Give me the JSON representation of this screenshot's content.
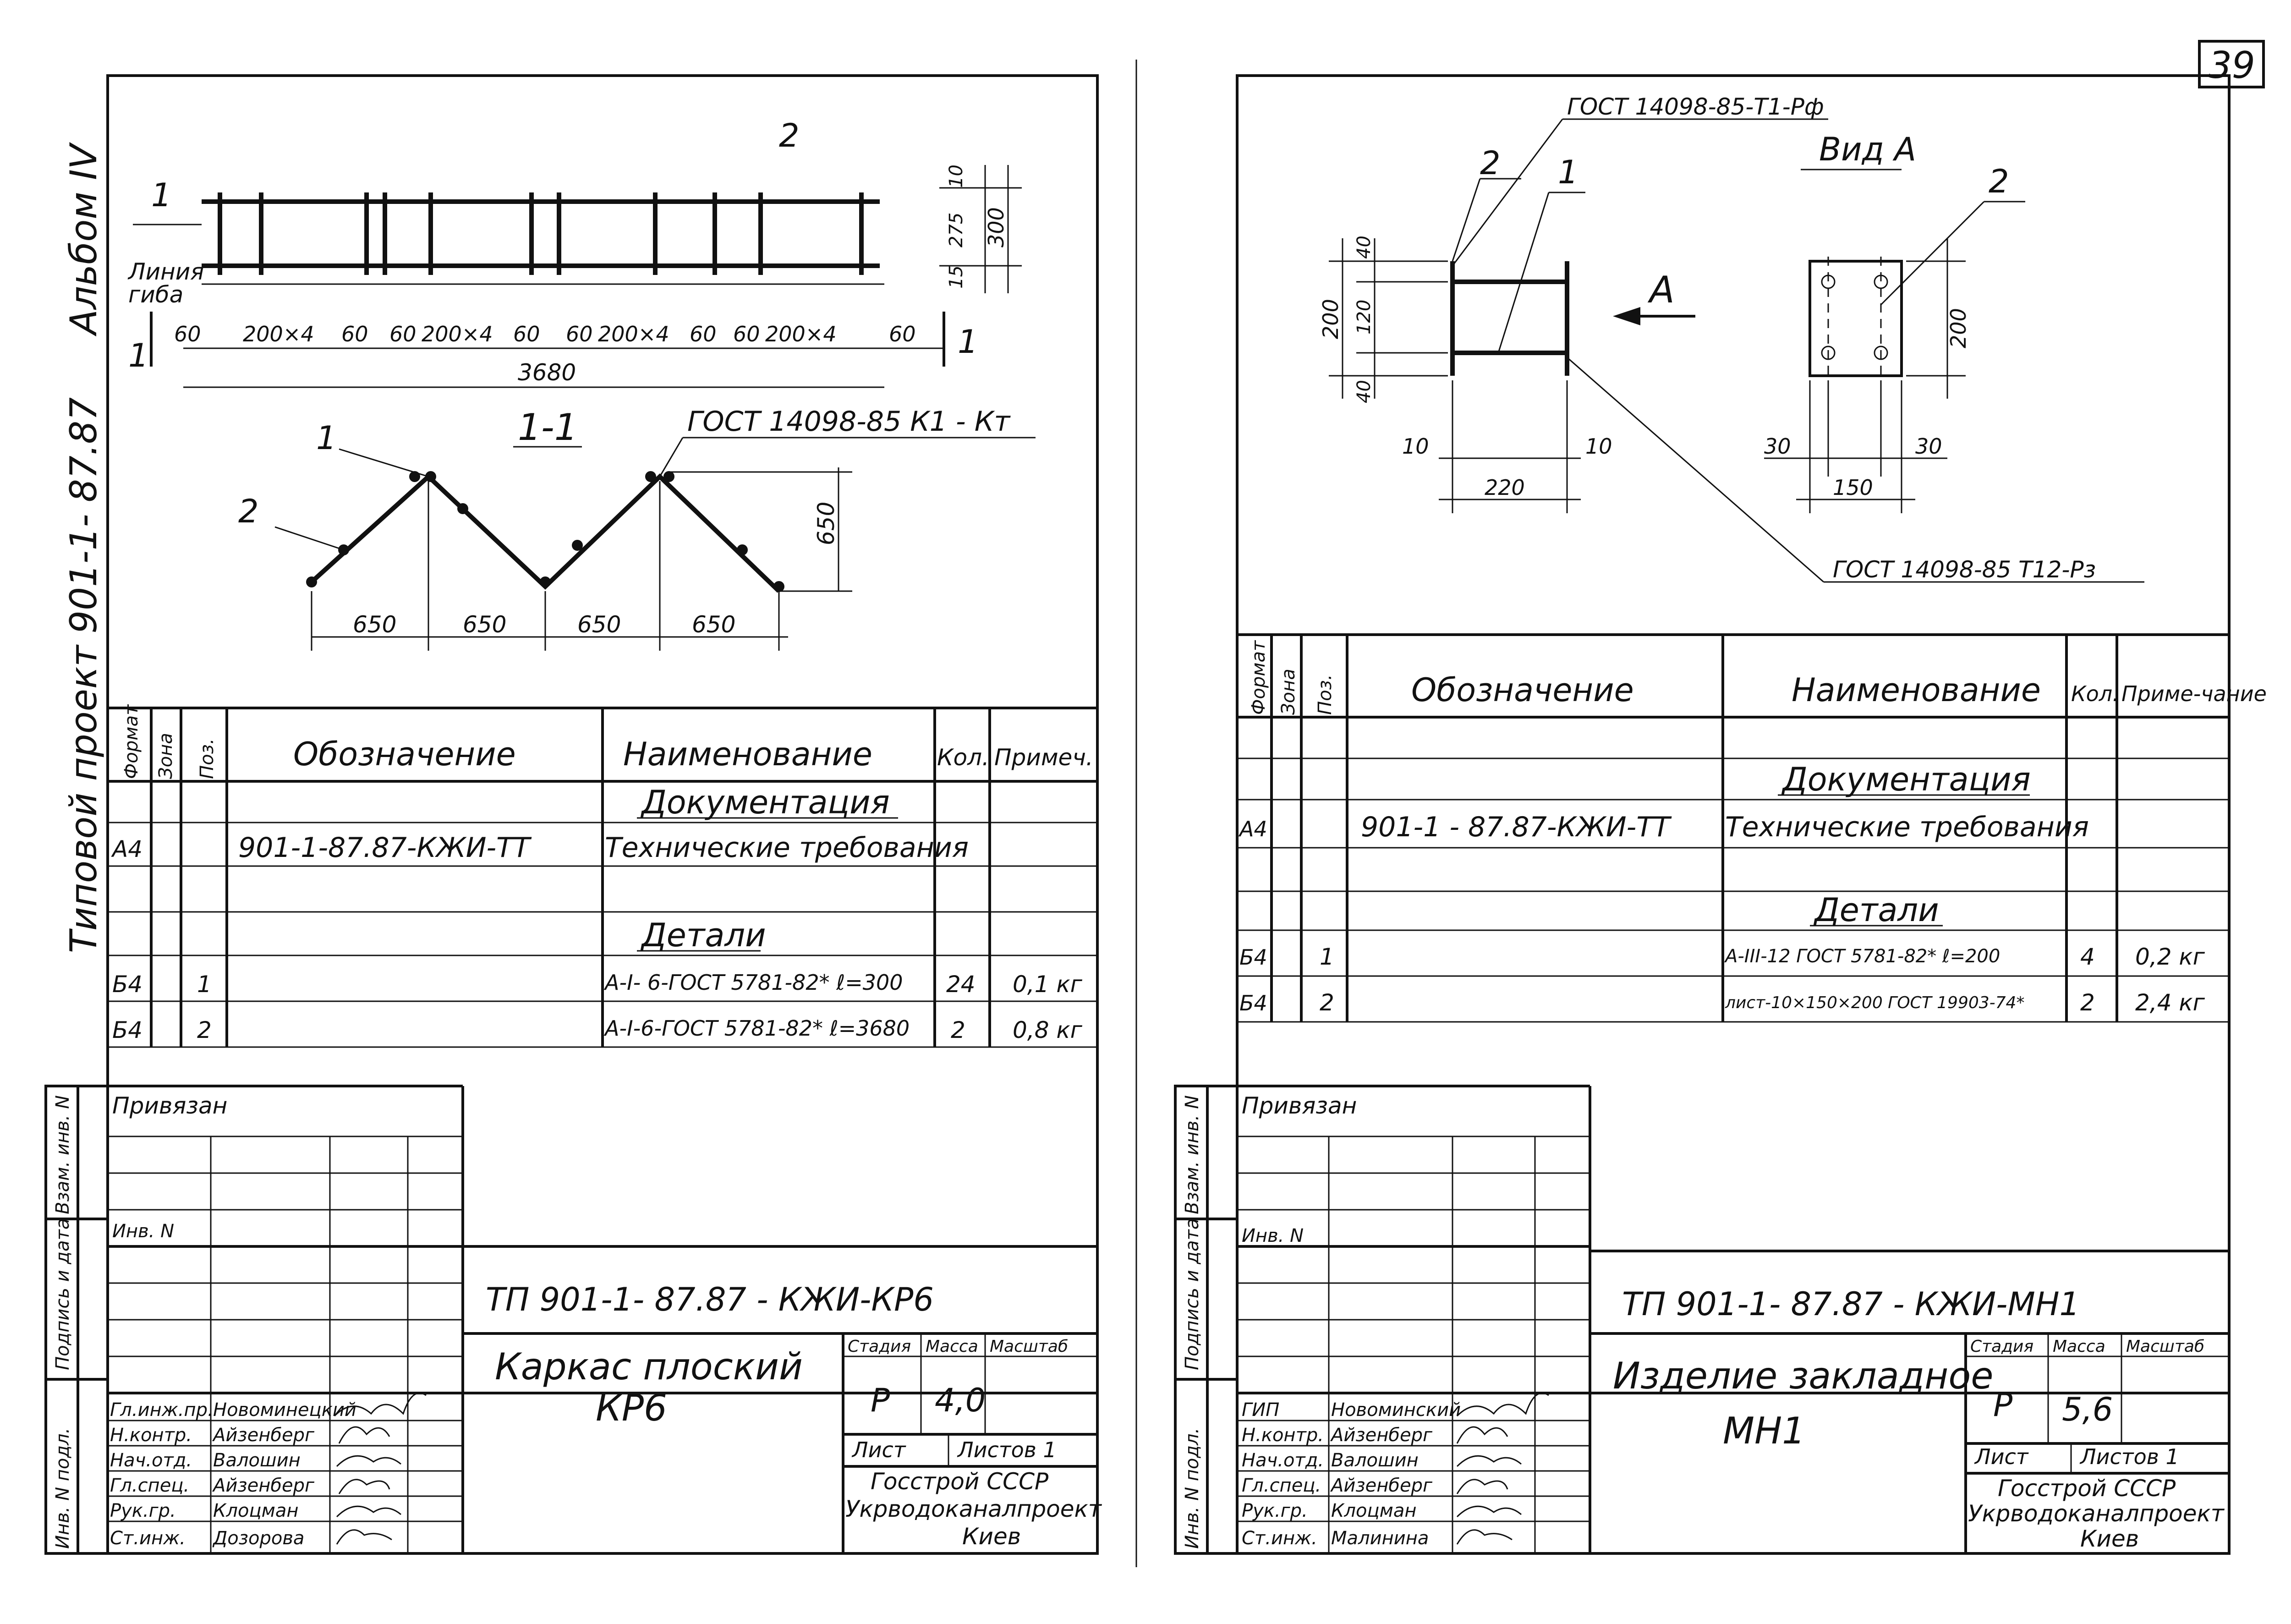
{
  "sheet_number": "39",
  "margin": {
    "album": "Альбом IV",
    "project": "Типовой проект 901-1- 87.87"
  },
  "side_stamp": [
    "Инв. N подл.",
    "Подпись и дата",
    "Взам. инв. N"
  ],
  "left": {
    "dims_top": {
      "seg60a": "60",
      "seg200a": "200×4",
      "seg60b": "60",
      "seg60c": "60",
      "seg200b": "200×4",
      "seg60d": "60",
      "seg60e": "60",
      "seg200c": "200×4",
      "seg60f": "60",
      "seg60g": "60",
      "seg200d": "200×4",
      "seg60h": "60",
      "total": "3680",
      "h10": "10",
      "h275": "275",
      "h15": "15",
      "h300": "300"
    },
    "labels": {
      "pos1": "1",
      "pos2": "2",
      "pos1b": "1",
      "pos2b": "2",
      "bend_line": "Линия",
      "bend_line2": "гиба",
      "sec1": "1",
      "sec1b": "1",
      "section": "1-1",
      "weld": "ГОСТ 14098-85  К1 - Кт"
    },
    "dims_bottom": {
      "a": "650",
      "b": "650",
      "c": "650",
      "d": "650",
      "h": "650"
    },
    "table": {
      "headers": [
        "Формат",
        "Зона",
        "Поз.",
        "Обозначение",
        "Наименование",
        "Кол.",
        "Примеч."
      ],
      "rows": [
        {
          "format": "",
          "zone": "",
          "pos": "",
          "designation": "",
          "name": "Документация",
          "qty": "",
          "note": ""
        },
        {
          "format": "А4",
          "zone": "",
          "pos": "",
          "designation": "901-1-87.87-КЖИ-ТТ",
          "name": "Технические требования",
          "qty": "",
          "note": ""
        },
        {
          "format": "",
          "zone": "",
          "pos": "",
          "designation": "",
          "name": "",
          "qty": "",
          "note": ""
        },
        {
          "format": "",
          "zone": "",
          "pos": "",
          "designation": "",
          "name": "Детали",
          "qty": "",
          "note": ""
        },
        {
          "format": "Б4",
          "zone": "",
          "pos": "1",
          "designation": "",
          "name": "А-I- 6-ГОСТ 5781-82* ℓ=300",
          "qty": "24",
          "note": "0,1 кг"
        },
        {
          "format": "Б4",
          "zone": "",
          "pos": "2",
          "designation": "",
          "name": "А-I-6-ГОСТ 5781-82* ℓ=3680",
          "qty": "2",
          "note": "0,8 кг"
        }
      ]
    },
    "stamp": {
      "bound": "Привязан",
      "inv": "Инв. N",
      "code": "ТП 901-1- 87.87     -  КЖИ-КР6",
      "title1": "Каркас плоский",
      "title2": "КР6",
      "stage_h": "Стадия",
      "mass_h": "Масса",
      "scale_h": "Масштаб",
      "stage": "Р",
      "mass": "4,0",
      "sheet_h": "Лист",
      "sheets_h": "Листов 1",
      "org1": "Госстрой СССР",
      "org2": "Укрводоканалпроект",
      "org3": "Киев",
      "people": [
        {
          "role": "Гл.инж.пр.",
          "name": "Новоминецкий"
        },
        {
          "role": "Н.контр.",
          "name": "Айзенберг"
        },
        {
          "role": "Нач.отд.",
          "name": "Валошин"
        },
        {
          "role": "Гл.спец.",
          "name": "Айзенберг"
        },
        {
          "role": "Рук.гр.",
          "name": "Клоцман"
        },
        {
          "role": "Ст.инж.",
          "name": "Дозорова"
        }
      ]
    }
  },
  "right": {
    "labels": {
      "weld_top": "ГОСТ 14098-85-Т1-Рф",
      "view": "Вид А",
      "pos2a": "2",
      "pos1": "1",
      "pos2b": "2",
      "arrow": "А",
      "weld_bottom": "ГОСТ 14098-85  Т12-Рз"
    },
    "dims": {
      "d40a": "40",
      "d120": "120",
      "d40b": "40",
      "d200": "200",
      "d10a": "10",
      "d10b": "10",
      "d220": "220",
      "d30a": "30",
      "d30b": "30",
      "d150": "150",
      "d200b": "200"
    },
    "table": {
      "headers": [
        "Формат",
        "Зона",
        "Поз.",
        "Обозначение",
        "Наименование",
        "Кол.",
        "Приме-чание"
      ],
      "rows": [
        {
          "format": "",
          "zone": "",
          "pos": "",
          "designation": "",
          "name": "",
          "qty": "",
          "note": ""
        },
        {
          "format": "",
          "zone": "",
          "pos": "",
          "designation": "",
          "name": "Документация",
          "qty": "",
          "note": ""
        },
        {
          "format": "А4",
          "zone": "",
          "pos": "",
          "designation": "901-1 - 87.87-КЖИ-ТТ",
          "name": "Технические требования",
          "qty": "",
          "note": ""
        },
        {
          "format": "",
          "zone": "",
          "pos": "",
          "designation": "",
          "name": "",
          "qty": "",
          "note": ""
        },
        {
          "format": "",
          "zone": "",
          "pos": "",
          "designation": "",
          "name": "Детали",
          "qty": "",
          "note": ""
        },
        {
          "format": "Б4",
          "zone": "",
          "pos": "1",
          "designation": "",
          "name": "А-III-12 ГОСТ 5781-82* ℓ=200",
          "qty": "4",
          "note": "0,2 кг"
        },
        {
          "format": "Б4",
          "zone": "",
          "pos": "2",
          "designation": "",
          "name": "лист-10×150×200 ГОСТ 19903-74*",
          "qty": "2",
          "note": "2,4 кг"
        }
      ]
    },
    "stamp": {
      "bound": "Привязан",
      "inv": "Инв. N",
      "code": "ТП 901-1- 87.87 - КЖИ-МН1",
      "title1": "Изделие закладное",
      "title2": "МН1",
      "stage_h": "Стадия",
      "mass_h": "Масса",
      "scale_h": "Масштаб",
      "stage": "Р",
      "mass": "5,6",
      "sheet_h": "Лист",
      "sheets_h": "Листов 1",
      "org1": "Госстрой СССР",
      "org2": "Укрводоканалпроект",
      "org3": "Киев",
      "people": [
        {
          "role": "ГИП",
          "name": "Новоминский"
        },
        {
          "role": "Н.контр.",
          "name": "Айзенберг"
        },
        {
          "role": "Нач.отд.",
          "name": "Валошин"
        },
        {
          "role": "Гл.спец.",
          "name": "Айзенберг"
        },
        {
          "role": "Рук.гр.",
          "name": "Клоцман"
        },
        {
          "role": "Ст.инж.",
          "name": "Малинина"
        }
      ]
    }
  }
}
